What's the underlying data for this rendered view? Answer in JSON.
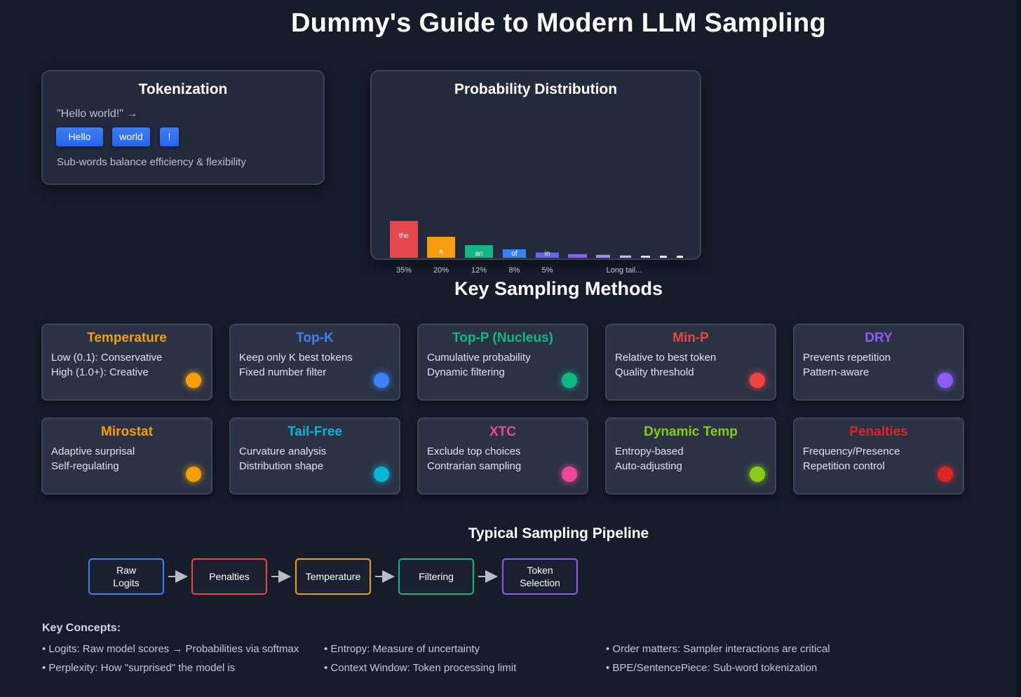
{
  "title": "Dummy's Guide to Modern LLM Sampling",
  "tokenization": {
    "title": "Tokenization",
    "example": "\"Hello world!\" →",
    "tokens": [
      "Hello",
      "world",
      "!"
    ],
    "note": "Sub-words balance efficiency & flexibility"
  },
  "probability": {
    "title": "Probability Distribution"
  },
  "chart_data": {
    "type": "bar",
    "title": "Probability Distribution",
    "categories": [
      "the",
      "a",
      "an",
      "of",
      "in",
      "",
      "",
      "",
      "",
      "",
      ""
    ],
    "values": [
      35,
      20,
      12,
      8,
      5,
      3.5,
      2.8,
      2.2,
      1.8,
      1.2,
      0.8
    ],
    "percent_labels": [
      "35%",
      "20%",
      "12%",
      "8%",
      "5%"
    ],
    "tail_label": "Long tail...",
    "colors": [
      "#e5484d",
      "#f59e0b",
      "#10b981",
      "#3b82f6",
      "#6366f1",
      "#8b5cf6",
      "#a78bfa",
      "#c4b5fd",
      "#ddd6fe",
      "#ede9fe",
      "#f5f3ff"
    ]
  },
  "methods": {
    "title": "Key Sampling Methods",
    "cards": [
      {
        "title": "Temperature",
        "line1": "Low (0.1): Conservative",
        "line2": "High (1.0+): Creative",
        "color": "#f59e0b"
      },
      {
        "title": "Top-K",
        "line1": "Keep only K best tokens",
        "line2": "Fixed number filter",
        "color": "#3b82f6"
      },
      {
        "title": "Top-P (Nucleus)",
        "line1": "Cumulative probability",
        "line2": "Dynamic filtering",
        "color": "#10b981"
      },
      {
        "title": "Min-P",
        "line1": "Relative to best token",
        "line2": "Quality threshold",
        "color": "#ef4444"
      },
      {
        "title": "DRY",
        "line1": "Prevents repetition",
        "line2": "Pattern-aware",
        "color": "#8b5cf6"
      },
      {
        "title": "Mirostat",
        "line1": "Adaptive surprisal",
        "line2": "Self-regulating",
        "color": "#f59e0b"
      },
      {
        "title": "Tail-Free",
        "line1": "Curvature analysis",
        "line2": "Distribution shape",
        "color": "#06b6d4"
      },
      {
        "title": "XTC",
        "line1": "Exclude top choices",
        "line2": "Contrarian sampling",
        "color": "#ec4899"
      },
      {
        "title": "Dynamic Temp",
        "line1": "Entropy-based",
        "line2": "Auto-adjusting",
        "color": "#84cc16"
      },
      {
        "title": "Penalties",
        "line1": "Frequency/Presence",
        "line2": "Repetition control",
        "color": "#dc2626"
      }
    ]
  },
  "pipeline": {
    "title": "Typical Sampling Pipeline",
    "steps": [
      {
        "label": "Raw\nLogits",
        "color": "#3b82f6"
      },
      {
        "label": "Penalties",
        "color": "#ef4444"
      },
      {
        "label": "Temperature",
        "color": "#f59e0b"
      },
      {
        "label": "Filtering",
        "color": "#10b981"
      },
      {
        "label": "Token\nSelection",
        "color": "#8b5cf6"
      }
    ]
  },
  "concepts": {
    "heading": "Key Concepts:",
    "items": [
      "• Logits: Raw model scores → Probabilities via softmax",
      "• Perplexity: How \"surprised\" the model is",
      "• Entropy: Measure of uncertainty",
      "• Context Window: Token processing limit",
      "• Order matters: Sampler interactions are critical",
      "• BPE/SentencePiece: Sub-word tokenization"
    ]
  }
}
